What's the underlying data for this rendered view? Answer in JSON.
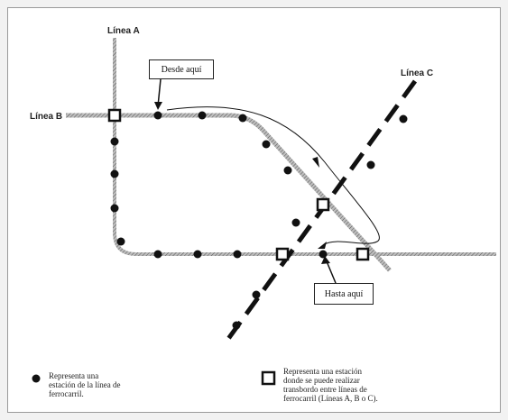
{
  "lines": {
    "a": "Línea A",
    "b": "Línea B",
    "c": "Línea C"
  },
  "callouts": {
    "from": "Desde aquí",
    "to": "Hasta aquí"
  },
  "legend": {
    "station": [
      "Representa una",
      "estación de la línea de",
      "ferrocarril."
    ],
    "transfer": [
      "Representa una estación",
      "donde se puede realizar",
      "transbordo entre líneas de",
      "ferrocarril (Líneas A, B o C)."
    ]
  }
}
